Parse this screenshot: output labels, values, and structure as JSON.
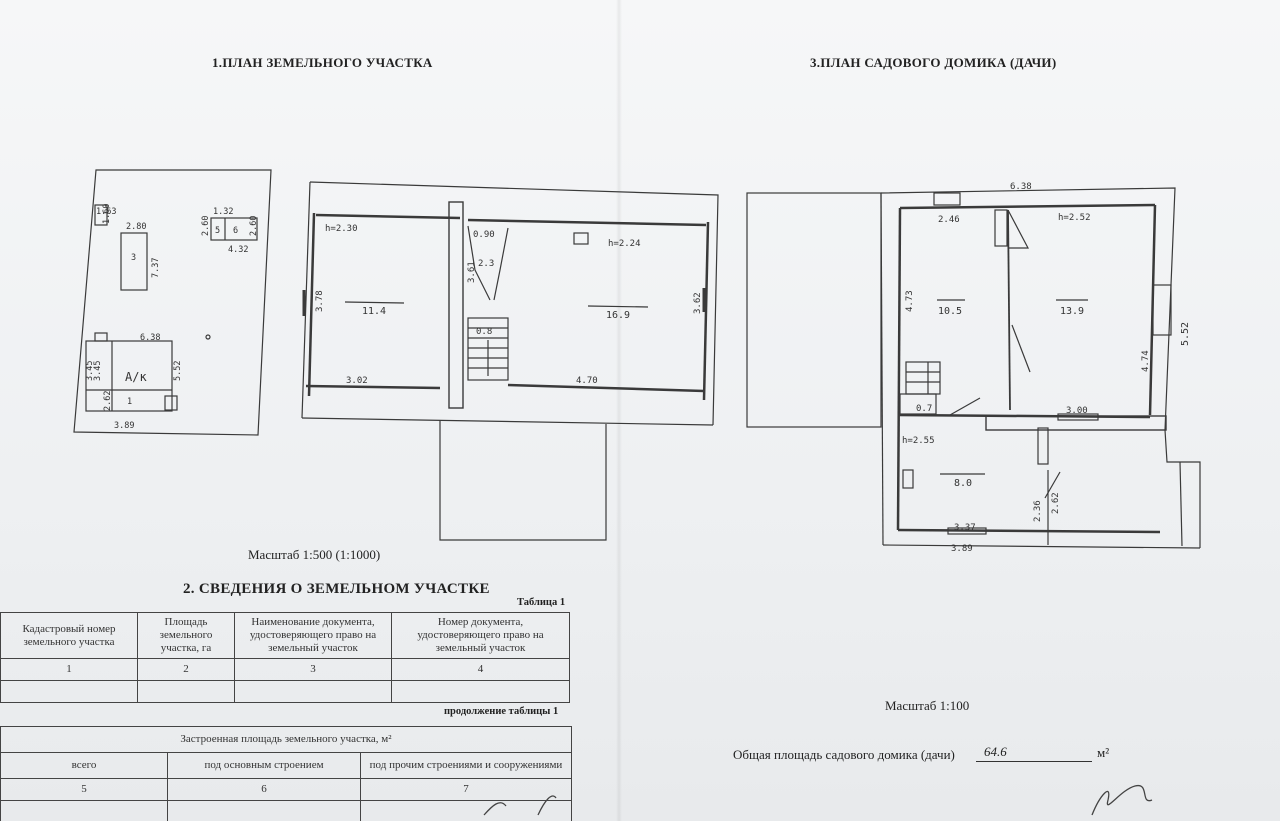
{
  "headings": {
    "plan_land": "1.ПЛАН ЗЕМЕЛЬНОГО УЧАСТКА",
    "plan_house": "3.ПЛАН САДОВОГО ДОМИКА (ДАЧИ)",
    "section2": "2. СВЕДЕНИЯ О ЗЕМЕЛЬНОМ УЧАСТКЕ"
  },
  "scales": {
    "land": "Масштаб 1:500 (1:1000)",
    "house": "Масштаб 1:100"
  },
  "site_plan_labels": {
    "shed_width": "2.80",
    "shed_depth": "7.37",
    "shed_number": "3",
    "small_w1": "1.63",
    "small_d1": "1.60",
    "garage_w": "1.32",
    "garage_d": "2.60",
    "garage_n1": "5",
    "garage_n2": "6",
    "garage_d2": "2.60",
    "garage_len": "4.32",
    "house_width": "6.38",
    "house_depth": "5.52",
    "house_label": "А/к",
    "porch_w": "3.45",
    "porch_d": "3.45",
    "porch_n": "1",
    "bottom_w": "3.89",
    "bottom_d": "2.62"
  },
  "floor2_labels": {
    "h_left": "h=2.30",
    "h_right": "h=2.24",
    "area_left": "11.4",
    "area_right": "16.9",
    "area_stair": "0.8",
    "dim_left_h": "3.78",
    "dim_right_h": "3.62",
    "dim_mid_h": "3.61",
    "dim_090": "0.90",
    "dim_23": "2.3",
    "dim_bottom_left": "3.02",
    "dim_bottom_right": "4.70"
  },
  "floor1_labels": {
    "total_width": "6.38",
    "h_top": "h=2.52",
    "h_bottom": "h=2.55",
    "dim_246": "2.46",
    "dim_473": "4.73",
    "area_left": "10.5",
    "area_right": "13.9",
    "dim_474": "4.74",
    "dim_552": "5.52",
    "area_stair": "0.7",
    "dim_300": "3.00",
    "area_bottom": "8.0",
    "dim_236": "2.36",
    "dim_262": "2.62",
    "dim_337": "3.37",
    "dim_389": "3.89"
  },
  "table1": {
    "caption": "Таблица 1",
    "headers": [
      "Кадастровый номер земельного участка",
      "Площадь земельного участка, га",
      "Наименование документа, удостоверяющего право на земельный участок",
      "Номер документа, удостоверяющего право на земельный участок"
    ],
    "numbers": [
      "1",
      "2",
      "3",
      "4"
    ]
  },
  "table1_cont": {
    "caption": "продолжение таблицы 1",
    "group_header": "Застроенная площадь земельного участка, м²",
    "headers": [
      "всего",
      "под основным строением",
      "под прочим строениями и сооружениями"
    ],
    "numbers": [
      "5",
      "6",
      "7"
    ]
  },
  "total_area": {
    "label": "Общая площадь садового домика (дачи)",
    "value": "64.6",
    "unit": "м²"
  }
}
